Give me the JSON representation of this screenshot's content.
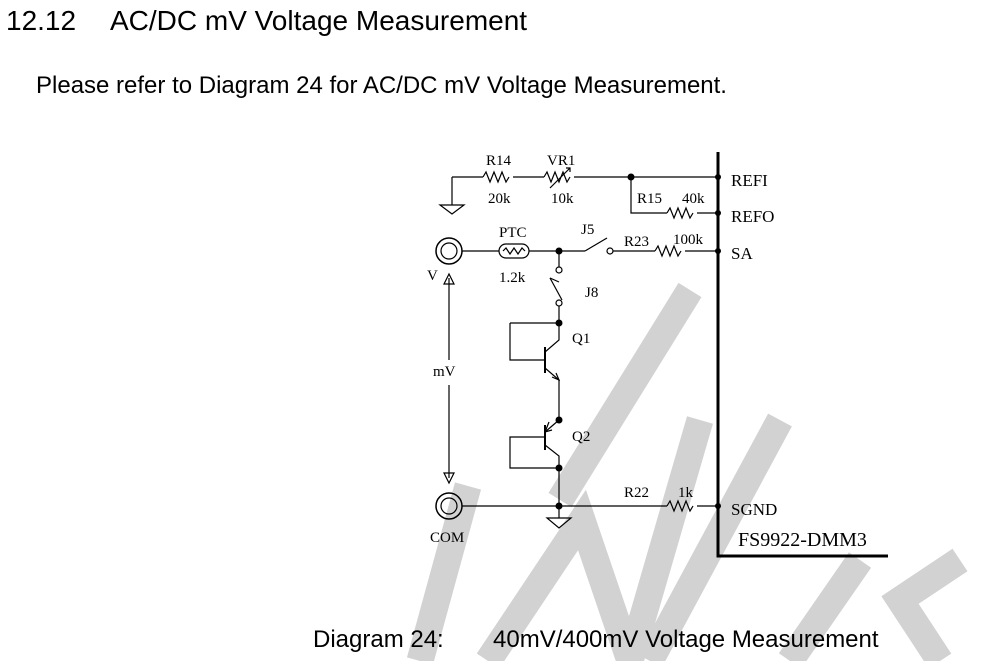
{
  "section": {
    "number": "12.12",
    "title": "AC/DC mV Voltage Measurement"
  },
  "intro_text": "Please refer to Diagram 24 for AC/DC mV Voltage Measurement.",
  "diagram": {
    "components": {
      "r14": {
        "name": "R14",
        "value": "20k"
      },
      "vr1": {
        "name": "VR1",
        "value": "10k"
      },
      "r15": {
        "name": "R15",
        "value": "40k"
      },
      "ptc": {
        "name": "PTC",
        "value": "1.2k"
      },
      "j5": {
        "name": "J5"
      },
      "r23": {
        "name": "R23",
        "value": "100k"
      },
      "j8": {
        "name": "J8"
      },
      "q1": {
        "name": "Q1"
      },
      "q2": {
        "name": "Q2"
      },
      "r22": {
        "name": "R22",
        "value": "1k"
      }
    },
    "pins": {
      "refi": "REFI",
      "refo": "REFO",
      "sa": "SA",
      "sgnd": "SGND"
    },
    "terminals": {
      "v": "V",
      "com": "COM",
      "mv": "mV"
    },
    "ic_label": "FS9922-DMM3"
  },
  "caption": {
    "label": "Diagram 24:",
    "text": "40mV/400mV Voltage Measurement"
  },
  "watermark_color": "#d2d2d2"
}
